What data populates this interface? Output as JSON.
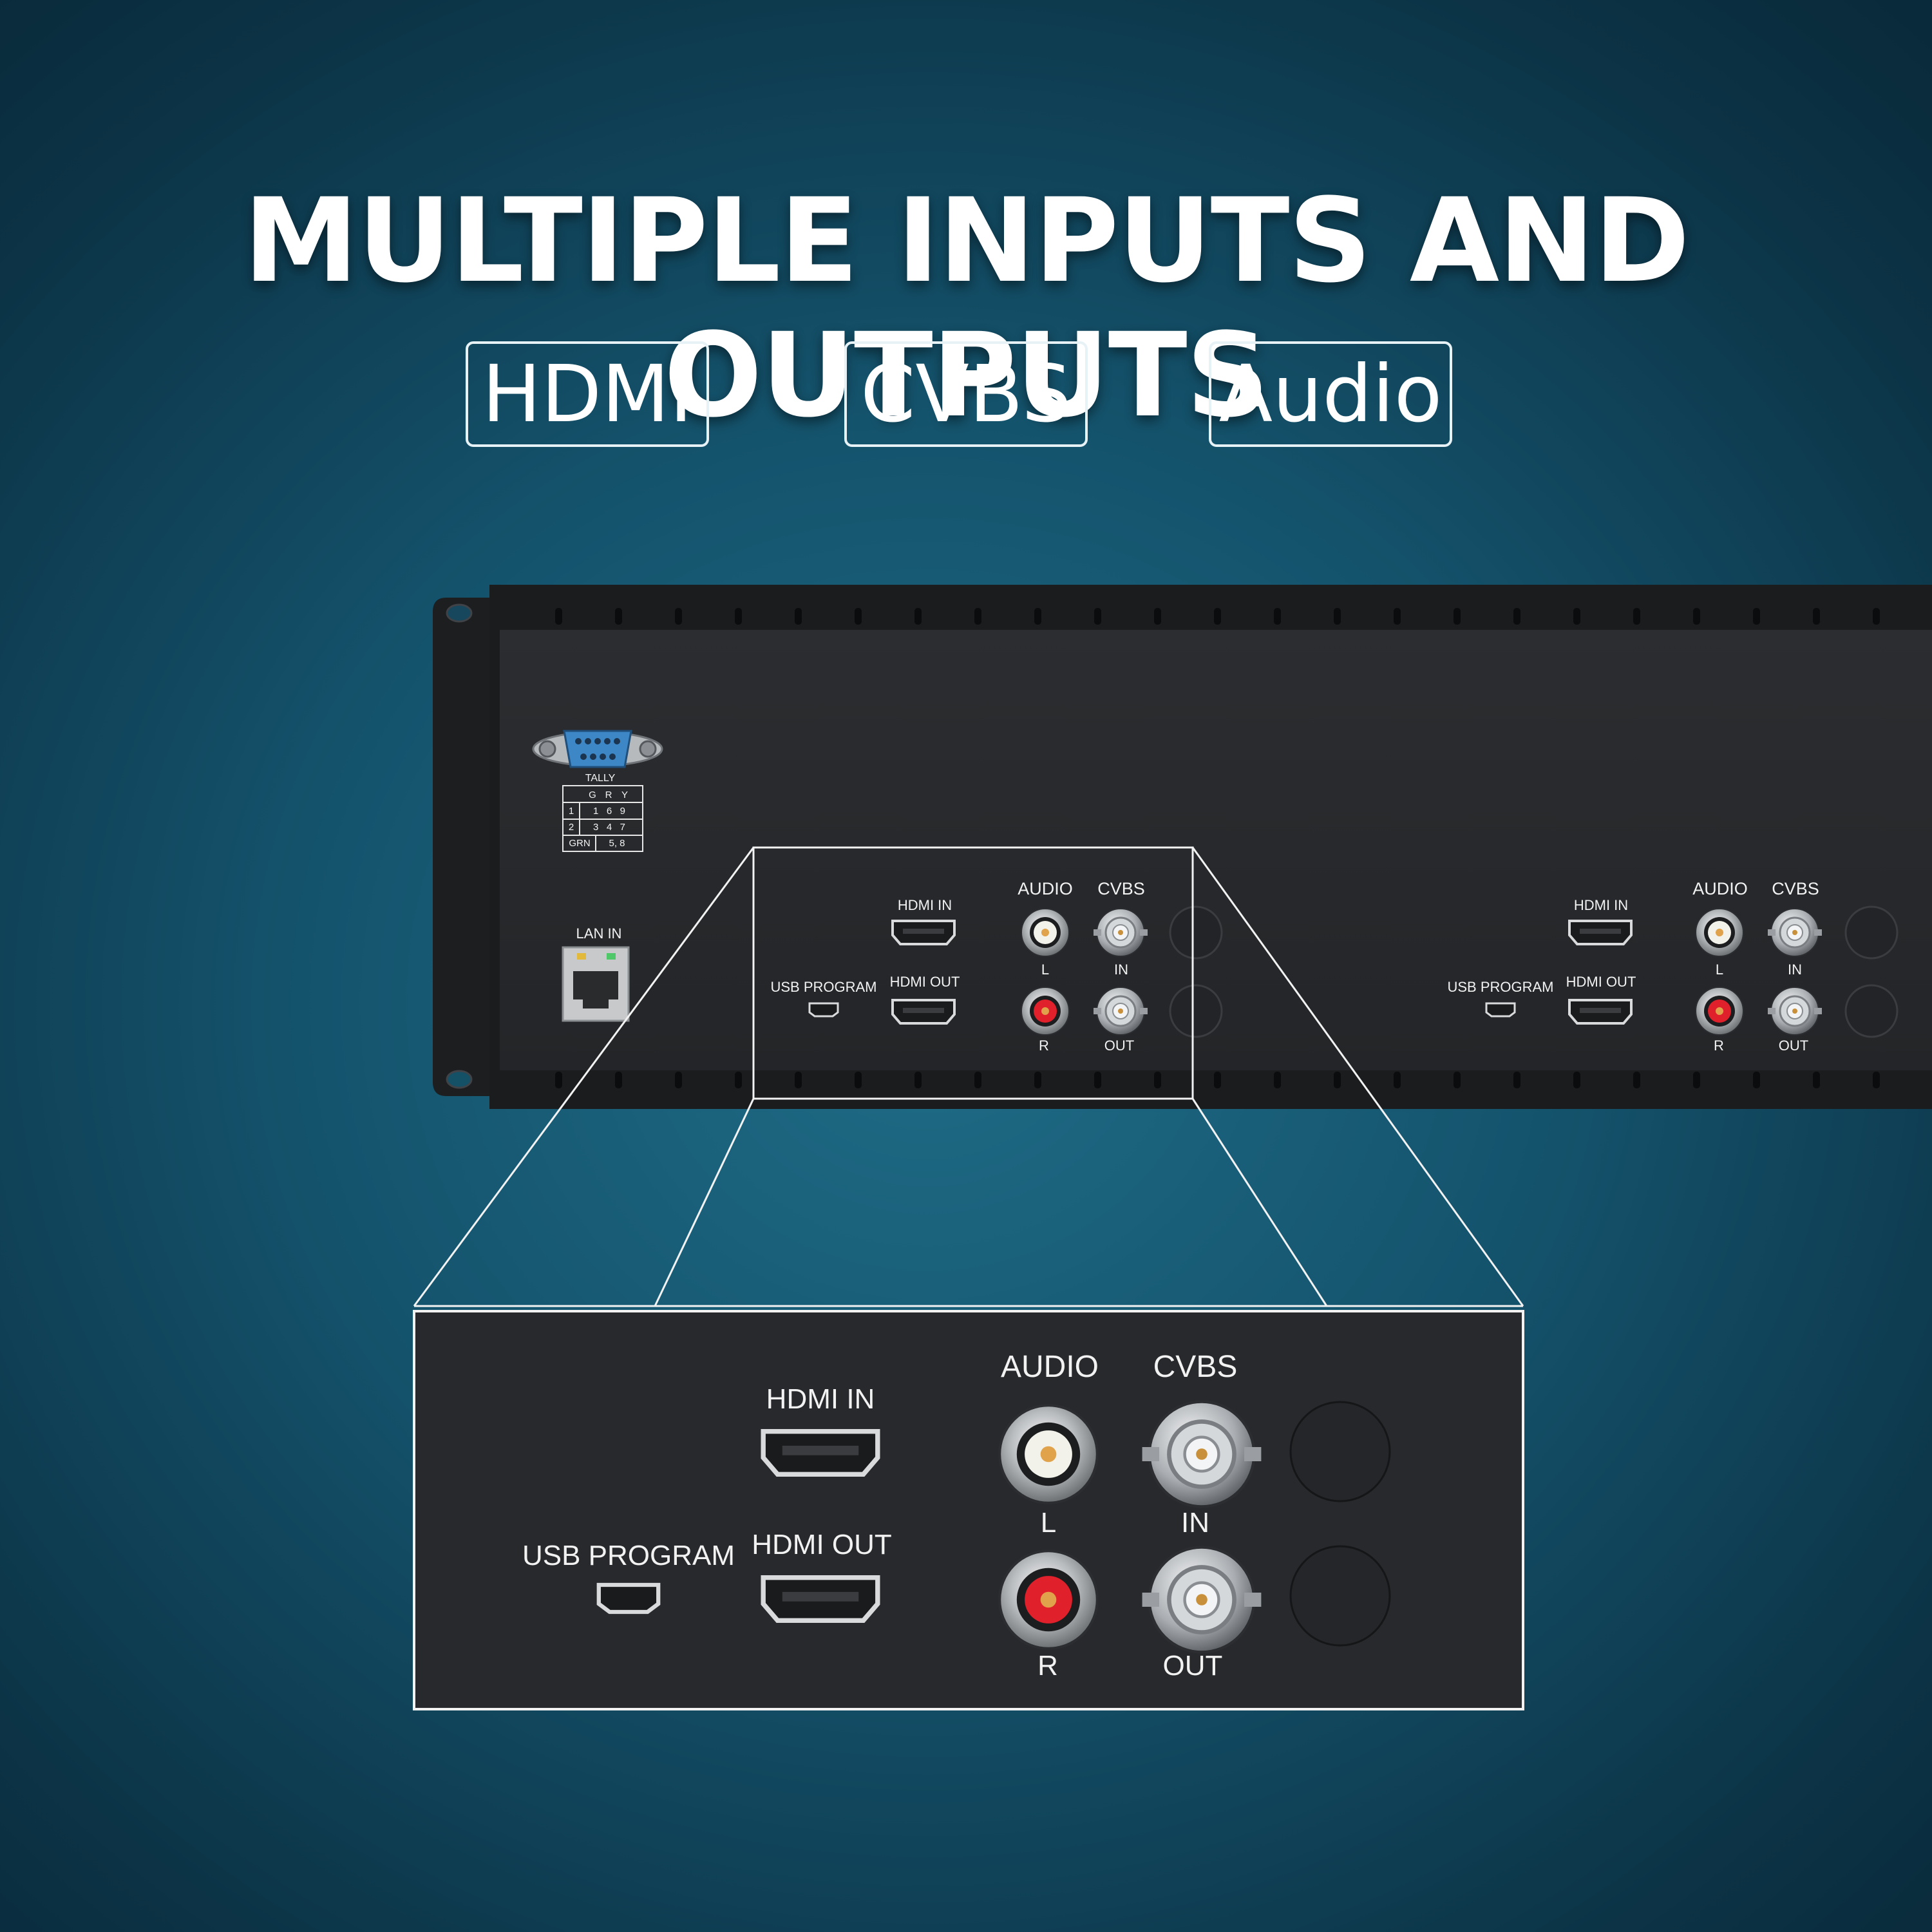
{
  "headline": "MULTIPLE INPUTS AND OUTPUTS",
  "badges": [
    "HDMI",
    "CVBS",
    "Audio"
  ],
  "panel": {
    "tally": {
      "title": "TALLY",
      "header": [
        "G",
        "R",
        "Y"
      ],
      "rows": [
        {
          "key": "1",
          "value": "1   6   9"
        },
        {
          "key": "2",
          "value": "3   4   7"
        },
        {
          "key": "GRN",
          "value": "5, 8"
        }
      ]
    },
    "lan_label": "LAN IN",
    "usb_label": "USB PROGRAM",
    "hdmi_in_label": "HDMI IN",
    "hdmi_out_label": "HDMI OUT",
    "audio_label": "AUDIO",
    "cvbs_label": "CVBS",
    "audio_l": "L",
    "audio_r": "R",
    "cvbs_in": "IN",
    "cvbs_out": "OUT"
  },
  "colors": {
    "panel": "#27292c",
    "db9_connector": "#3d87c6",
    "rca_white": "#f2f2ea",
    "rca_red": "#e0202a",
    "bnc_gold": "#c8903a"
  },
  "icons": [
    "db9-connector-icon",
    "rj45-port-icon",
    "mini-usb-port-icon",
    "hdmi-port-icon",
    "rca-jack-icon",
    "bnc-connector-icon"
  ]
}
